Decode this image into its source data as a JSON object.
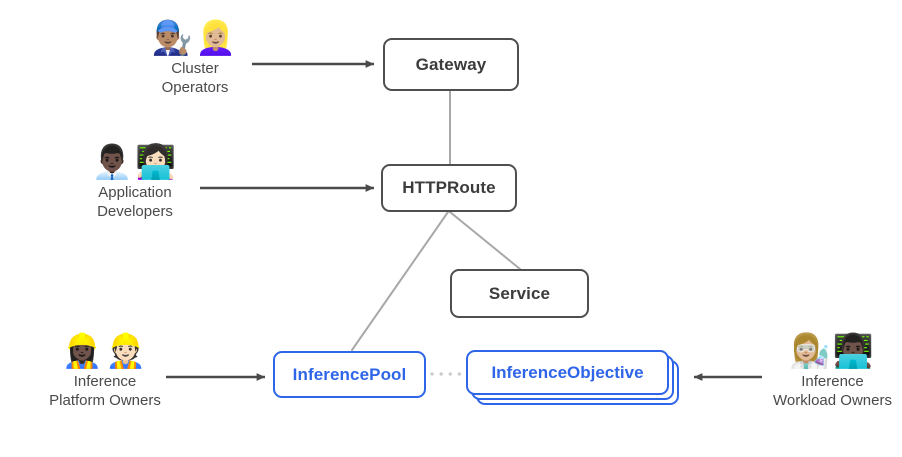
{
  "diagram": {
    "title": "Gateway API Inference Extension resource model and personas",
    "colors": {
      "node_border_dark": "#4f4f4f",
      "node_text_dark": "#3c3c3c",
      "node_border_blue": "#2f65e8",
      "node_text_blue": "#2f65e8",
      "arrow": "#4a4a4a",
      "connector": "#a8a8a8",
      "dotted": "#c9c9c9",
      "label_text": "#4a4a4a",
      "background": "#ffffff"
    },
    "nodes": [
      {
        "id": "gateway",
        "label": "Gateway",
        "style": "dark",
        "stacked": false
      },
      {
        "id": "httproute",
        "label": "HTTPRoute",
        "style": "dark",
        "stacked": false
      },
      {
        "id": "service",
        "label": "Service",
        "style": "dark",
        "stacked": false
      },
      {
        "id": "inferencepool",
        "label": "InferencePool",
        "style": "blue",
        "stacked": false
      },
      {
        "id": "inferenceobjective",
        "label": "InferenceObjective",
        "style": "blue",
        "stacked": true,
        "stack_count": 3
      }
    ],
    "personas": [
      {
        "id": "cluster-operators",
        "emoji": "👨🏽‍🔧👱🏼‍♀️",
        "label": "Cluster\nOperators",
        "targets_node": "gateway",
        "arrow_direction": "right"
      },
      {
        "id": "application-developers",
        "emoji": "👨🏿‍💼👩🏻‍💻",
        "label": "Application\nDevelopers",
        "targets_node": "httproute",
        "arrow_direction": "right"
      },
      {
        "id": "inference-platform-owners",
        "emoji": "👷🏿‍♀️👷🏻",
        "label": "Inference\nPlatform Owners",
        "targets_node": "inferencepool",
        "arrow_direction": "right"
      },
      {
        "id": "inference-workload-owners",
        "emoji": "👩🏼‍🔬👨🏿‍💻",
        "label": "Inference\nWorkload Owners",
        "targets_node": "inferenceobjective",
        "arrow_direction": "left"
      }
    ],
    "connections": [
      {
        "from": "gateway",
        "to": "httproute",
        "style": "solid"
      },
      {
        "from": "httproute",
        "to": "inferencepool",
        "style": "solid"
      },
      {
        "from": "httproute",
        "to": "service",
        "style": "solid"
      },
      {
        "from": "inferencepool",
        "to": "inferenceobjective",
        "style": "dotted"
      }
    ]
  }
}
